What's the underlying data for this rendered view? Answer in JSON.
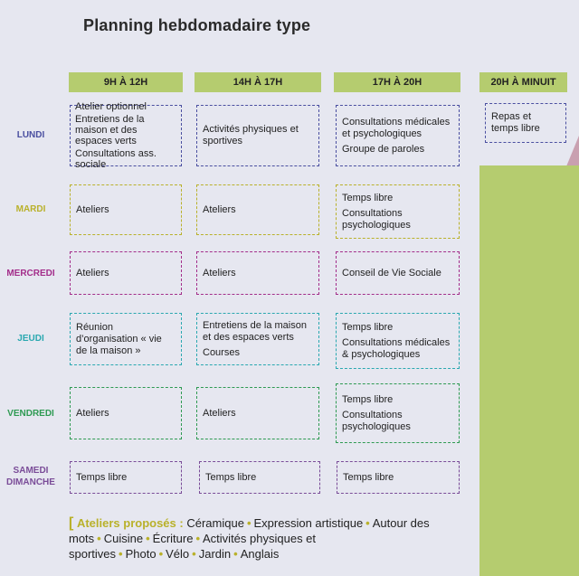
{
  "title": "Planning hebdomadaire type",
  "columns": [
    "9H À 12H",
    "14H À 17H",
    "17H À 20H",
    "20H À MINUIT"
  ],
  "days": {
    "lundi": {
      "label": "LUNDI",
      "color": "#4a4fa0"
    },
    "mardi": {
      "label": "MARDI",
      "color": "#b9b12a"
    },
    "mercredi": {
      "label": "MERCREDI",
      "color": "#a32d8a"
    },
    "jeudi": {
      "label": "JEUDI",
      "color": "#2aa8b0"
    },
    "vendredi": {
      "label": "VENDREDI",
      "color": "#2e9a52"
    },
    "samedi": {
      "label1": "SAMEDI",
      "label2": "DIMANCHE",
      "color": "#7a4c98"
    }
  },
  "cells": {
    "lundi_am": [
      "Atelier optionnel",
      "Entretiens de la maison et des espaces verts",
      "Consultations ass. sociale"
    ],
    "lundi_pm": [
      "Activités physiques et sportives"
    ],
    "lundi_ev": [
      "Consultations médicales et psychologiques",
      "Groupe de paroles"
    ],
    "lundi_nt": [
      "Repas et temps libre"
    ],
    "mardi_am": [
      "Ateliers"
    ],
    "mardi_pm": [
      "Ateliers"
    ],
    "mardi_ev": [
      "Temps libre",
      "Consultations psychologiques"
    ],
    "mercredi_am": [
      "Ateliers"
    ],
    "mercredi_pm": [
      "Ateliers"
    ],
    "mercredi_ev": [
      "Conseil de Vie Sociale"
    ],
    "jeudi_am": [
      "Réunion d’organisation « vie de la maison »"
    ],
    "jeudi_pm": [
      "Entretiens de la maison et des espaces verts",
      "Courses"
    ],
    "jeudi_ev": [
      "Temps libre",
      "Consultations médicales & psychologiques"
    ],
    "vendredi_am": [
      "Ateliers"
    ],
    "vendredi_pm": [
      "Ateliers"
    ],
    "vendredi_ev": [
      "Temps libre",
      "Consultations psychologiques"
    ],
    "samedi_am": [
      "Temps libre"
    ],
    "samedi_pm": [
      "Temps libre"
    ],
    "samedi_ev": [
      "Temps libre"
    ]
  },
  "footer": {
    "bracket": "[",
    "lead": "Ateliers proposés :",
    "items": [
      "Céramique",
      "Expression artistique",
      "Autour des mots",
      "Cuisine",
      "Écriture",
      "Activités physiques et sportives",
      "Photo",
      "Vélo",
      "Jardin",
      "Anglais"
    ],
    "separator": "•",
    "accent_color": "#b9b12a"
  },
  "colors": {
    "background": "#e6e7f0",
    "header_green": "#b5cc6f",
    "panel_pink": "#c9a0b0"
  }
}
